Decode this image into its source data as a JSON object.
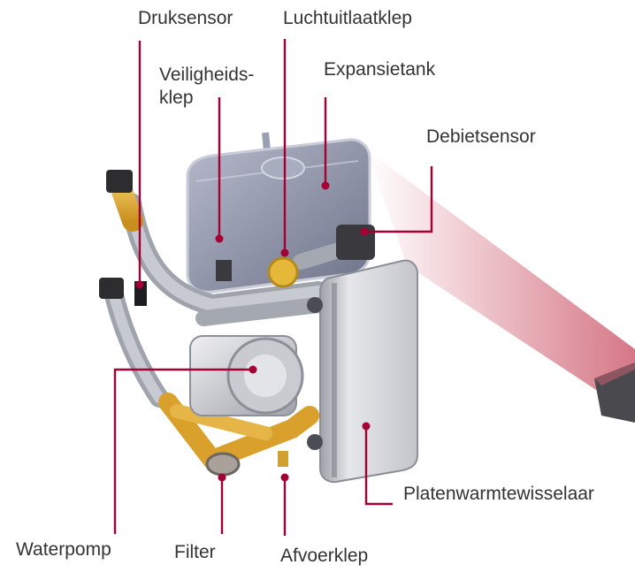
{
  "diagram": {
    "labels": {
      "druksensor": "Druksensor",
      "luchtuitlaatklep": "Luchtuitlaatklep",
      "veiligheidsklep": "Veiligheids-\nklep",
      "expansietank": "Expansietank",
      "debietsensor": "Debietsensor",
      "waterpomp": "Waterpomp",
      "filter": "Filter",
      "afvoerklep": "Afvoerklep",
      "platenwarmtewisselaar": "Platenwarmtewisselaar"
    },
    "colors": {
      "leader": "#a50034",
      "label_text": "#333333",
      "tank": "#8a8fa6",
      "pipe_yellow": "#e8b43a",
      "pipe_grey": "#b9bcc4",
      "plate_exchanger": "#cfd1d6",
      "beam": "#c84a5e"
    }
  }
}
